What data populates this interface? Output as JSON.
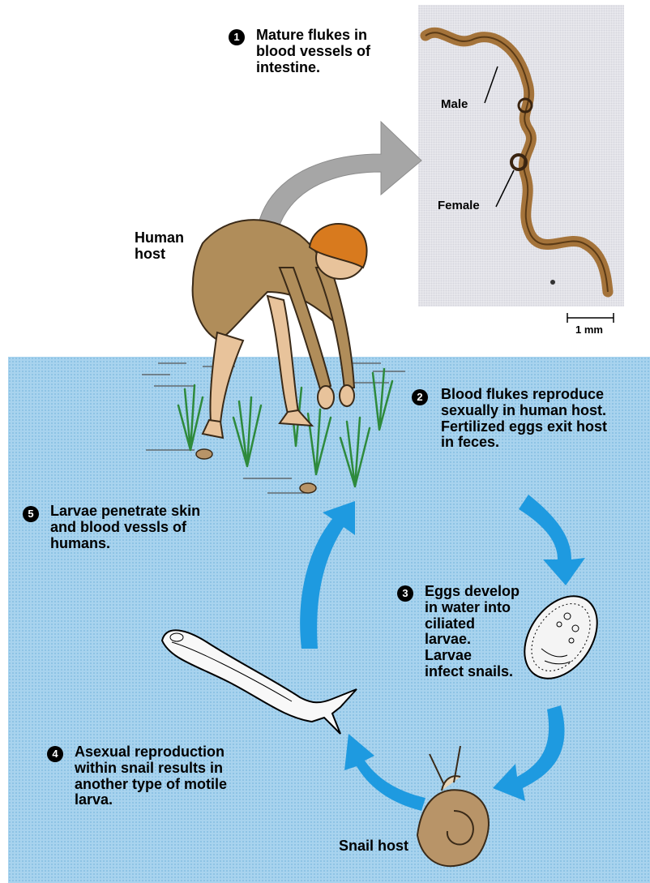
{
  "steps": [
    {
      "number": "1",
      "text": "Mature flukes in\nblood vessels of\nintestine."
    },
    {
      "number": "2",
      "text": "Blood flukes reproduce\nsexually in human host.\nFertilized eggs exit host\nin feces."
    },
    {
      "number": "3",
      "text": "Eggs develop\nin water into\nciliated\nlarvae.\nLarvae\ninfect snails."
    },
    {
      "number": "4",
      "text": "Asexual reproduction\nwithin snail results in\nanother type of motile\nlarva."
    },
    {
      "number": "5",
      "text": "Larvae penetrate skin\nand blood vessls of\nhumans."
    }
  ],
  "labels": {
    "human_host": "Human\nhost",
    "male": "Male",
    "female": "Female",
    "scale": "1 mm",
    "snail_host": "Snail host"
  },
  "colors": {
    "water": "#a8d3ee",
    "arrow_blue": "#1e9ae0",
    "arrow_gray": "#a6a6a6",
    "fluke_brown": "#a4733a",
    "clothing": "#b08d5a",
    "turban": "#d87a1e",
    "skin": "#e8c39b",
    "snail_shell": "#b89468"
  }
}
